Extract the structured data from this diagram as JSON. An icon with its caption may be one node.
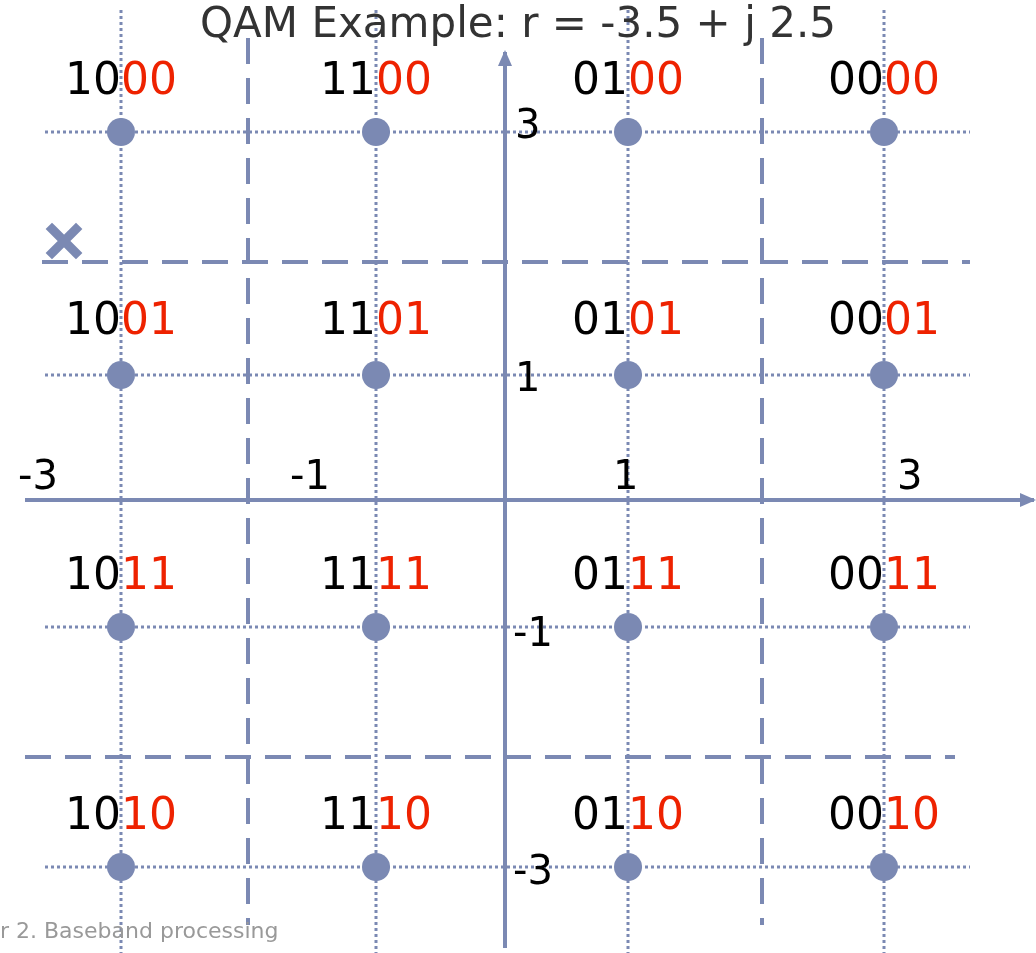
{
  "diagram": {
    "title": "QAM Example: r = -3.5 + j 2.5",
    "labels": [
      "1000",
      "1100",
      "0100",
      "0000",
      "3",
      "1001",
      "1101",
      "0101",
      "0001",
      "1",
      "-3",
      "-1",
      "1",
      "3",
      "1011",
      "1111",
      "0111",
      "0011",
      "-1",
      "1010",
      "1110",
      "0110",
      "0010",
      "-3",
      "r 2. Baseband processing"
    ]
  }
}
